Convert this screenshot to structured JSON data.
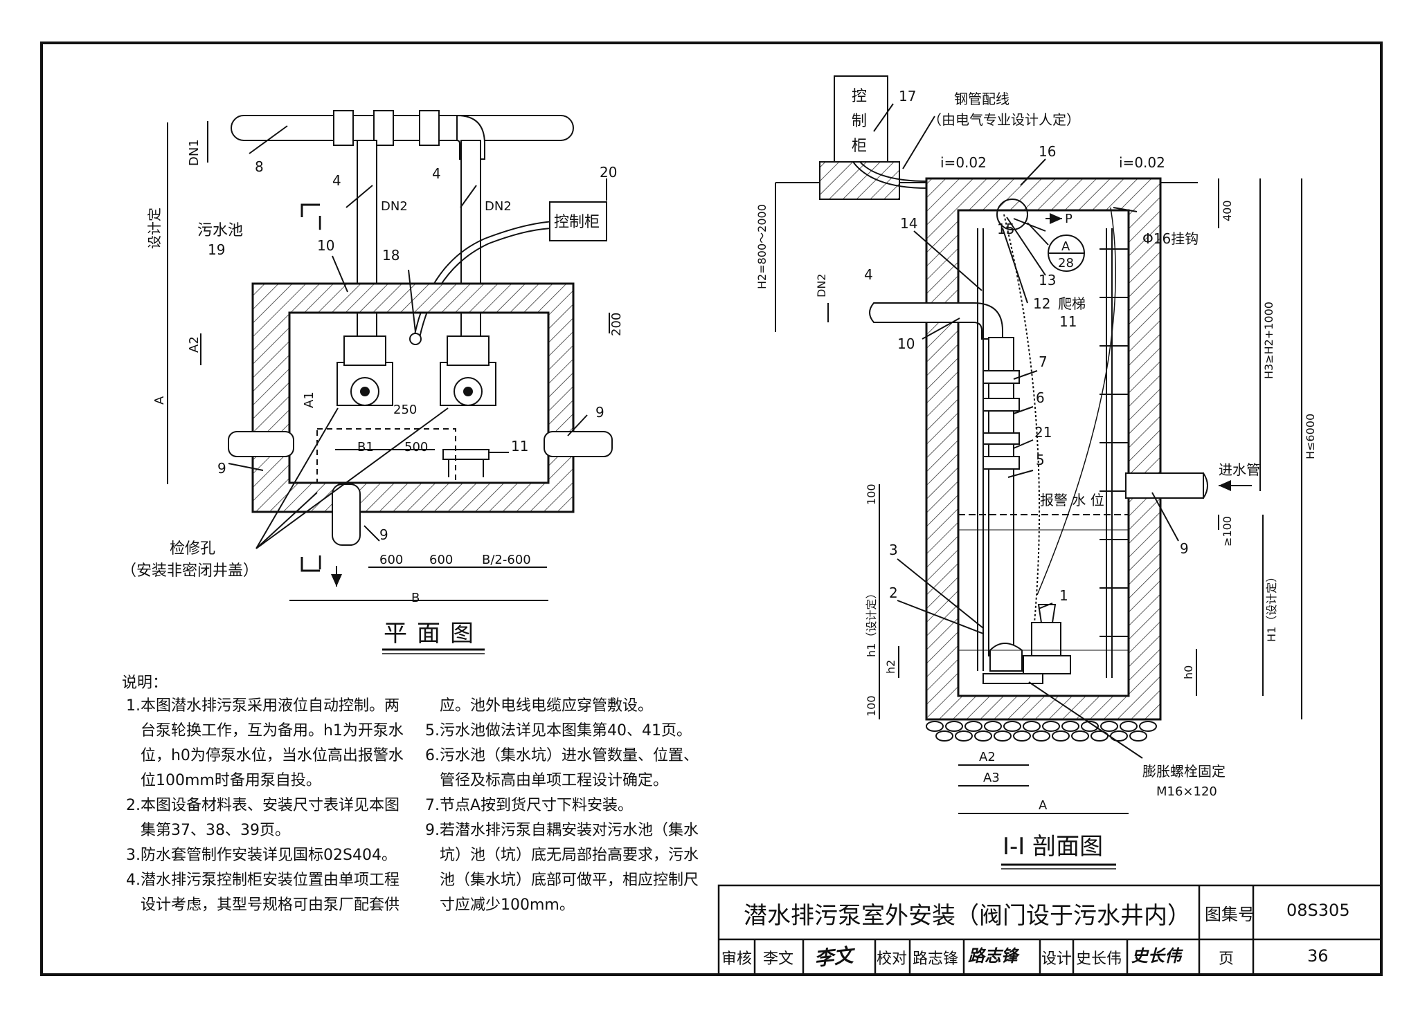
{
  "plan": {
    "heading": "平面图",
    "pool_label": "污水池",
    "pool_num": "19",
    "control_cabinet": "控制柜",
    "manhole_label": "检修孔",
    "manhole_note": "（安装非密闭井盖）",
    "section_mark": "I",
    "design_label": "设计定",
    "dims": {
      "dn1": "DN1",
      "dn2a": "DN2",
      "dn2b": "DN2",
      "a": "A",
      "a1": "A1",
      "a2": "A2",
      "b": "B",
      "b1": "B1",
      "d200": "200",
      "d250": "250",
      "d500": "500",
      "d600a": "600",
      "d600b": "600",
      "b2": "B/2-600"
    },
    "callouts": [
      "8",
      "4",
      "4",
      "20",
      "10",
      "18",
      "9",
      "9",
      "9",
      "11"
    ]
  },
  "section": {
    "heading": "I-I 剖面图",
    "control_cabinet_chars": [
      "控",
      "制",
      "柜"
    ],
    "steel_pipe": "钢管配线",
    "steel_pipe_note": "（由电气专业设计人定）",
    "slope_left": "i=0.02",
    "slope_right": "i=0.02",
    "hook": "Φ16挂钩",
    "ladder": "爬梯",
    "inlet": "进水管",
    "alarm": "报警 水 位",
    "anchor": "膨胀螺栓固定",
    "anchor_size": "M16×120",
    "detail_a": "A",
    "detail_page": "28",
    "p_mark": "P",
    "dims": {
      "h2": "H2=800～2000",
      "d400": "400",
      "h3": "H3≥H2+1000",
      "h": "H≤6000",
      "dn2": "DN2",
      "d100a": "100",
      "d100b": "100",
      "ge100": "≥100",
      "h1_left": "h1（设计定）",
      "h1_right": "H1（设计定）",
      "h2small": "h2",
      "h0": "h0",
      "a2": "A2",
      "a3": "A3",
      "a": "A"
    },
    "callouts": [
      "17",
      "16",
      "14",
      "15",
      "13",
      "12",
      "11",
      "4",
      "10",
      "7",
      "6",
      "21",
      "5",
      "9",
      "3",
      "2",
      "1"
    ]
  },
  "notes": {
    "title": "说明：",
    "col1": [
      "1.本图潜水排污泵采用液位自动控制。两",
      "   台泵轮换工作，互为备用。h1为开泵水",
      "   位，h0为停泵水位，当水位高出报警水",
      "   位100mm时备用泵自投。",
      "2.本图设备材料表、安装尺寸表详见本图",
      "   集第37、38、39页。",
      "3.防水套管制作安装详见国标02S404。",
      "4.潜水排污泵控制柜安装位置由单项工程",
      "   设计考虑，其型号规格可由泵厂配套供"
    ],
    "col2": [
      "   应。池外电线电缆应穿管敷设。",
      "5.污水池做法详见本图集第40、41页。",
      "6.污水池（集水坑）进水管数量、位置、",
      "   管径及标高由单项工程设计确定。",
      "7.节点A按到货尺寸下料安装。",
      "9.若潜水排污泵自耦安装对污水池（集水",
      "   坑）池（坑）底无局部抬高要求，污水",
      "   池（集水坑）底部可做平，相应控制尺",
      "   寸应减少100mm。"
    ]
  },
  "title_block": {
    "title": "潜水排污泵室外安装（阀门设于污水井内）",
    "atlas_label": "图集号",
    "atlas_no": "08S305",
    "review_label": "审核",
    "reviewer": "李文",
    "reviewer_sig": "李文",
    "check_label": "校对",
    "checker": "路志锋",
    "checker_sig": "路志锋",
    "design_label": "设计",
    "designer": "史长伟",
    "designer_sig": "史长伟",
    "page_label": "页",
    "page_no": "36"
  }
}
